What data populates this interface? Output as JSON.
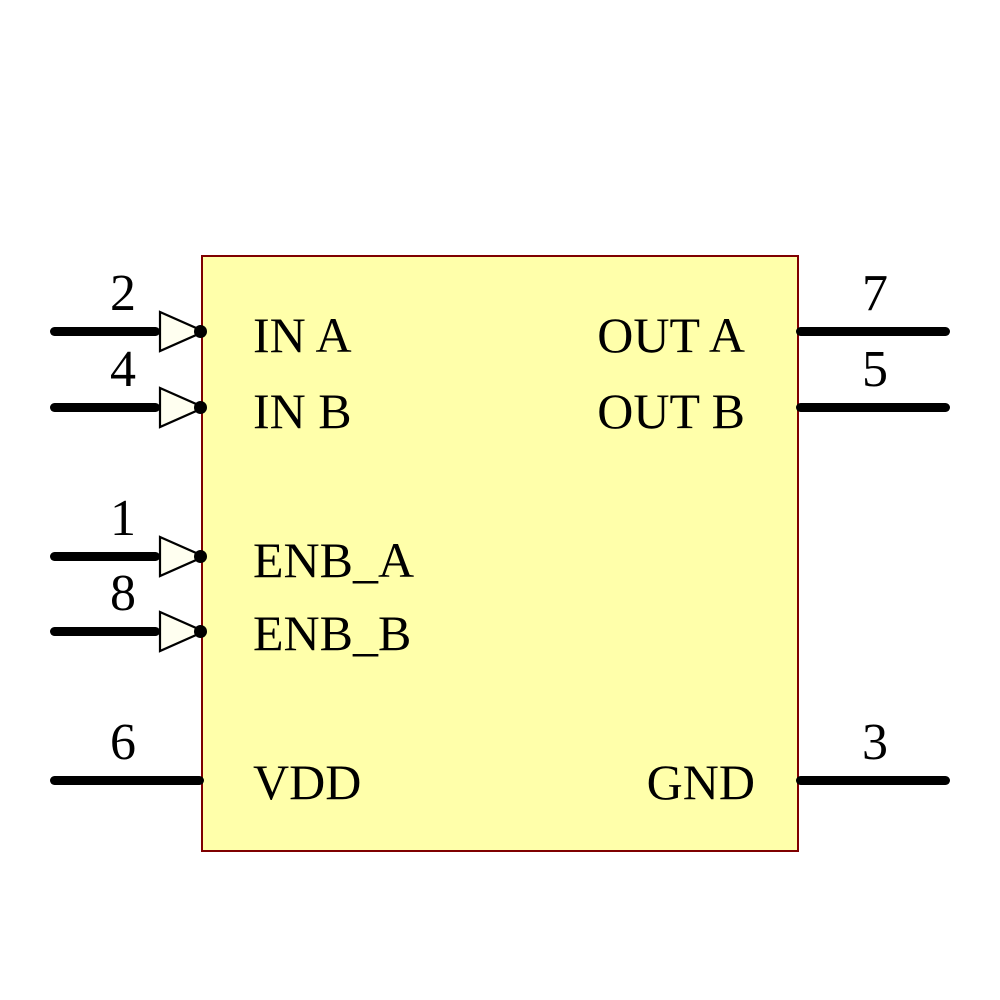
{
  "diagram": {
    "type": "ic-schematic-symbol",
    "body": {
      "fill_color": "#FFFFAA",
      "border_color": "#7F0000"
    },
    "wire_color": "#000000",
    "left_ports": [
      {
        "label": "IN A",
        "pin": "2",
        "marker": "input-arrow"
      },
      {
        "label": "IN B",
        "pin": "4",
        "marker": "input-arrow"
      },
      {
        "label": "ENB_A",
        "pin": "1",
        "marker": "input-arrow"
      },
      {
        "label": "ENB_B",
        "pin": "8",
        "marker": "input-arrow"
      },
      {
        "label": "VDD",
        "pin": "6",
        "marker": "none"
      }
    ],
    "right_ports": [
      {
        "label": "OUT A",
        "pin": "7",
        "marker": "none"
      },
      {
        "label": "OUT B",
        "pin": "5",
        "marker": "none"
      },
      {
        "label": "GND",
        "pin": "3",
        "marker": "none"
      }
    ]
  }
}
